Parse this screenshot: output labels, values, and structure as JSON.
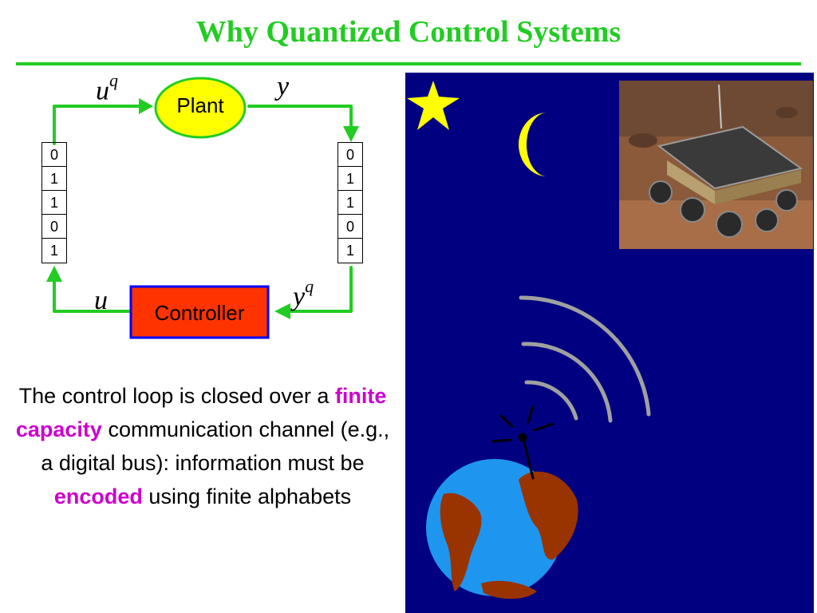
{
  "title": "Why Quantized Control Systems",
  "diagram": {
    "plant_label": "Plant",
    "controller_label": "Controller",
    "signal_uq": {
      "base": "u",
      "sup": "q"
    },
    "signal_y": {
      "base": "y"
    },
    "signal_yq": {
      "base": "y",
      "sup": "q"
    },
    "signal_u": {
      "base": "u"
    },
    "left_bits": [
      "0",
      "1",
      "1",
      "0",
      "1"
    ],
    "right_bits": [
      "0",
      "1",
      "1",
      "0",
      "1"
    ]
  },
  "body": {
    "t1": "The control loop is closed over a ",
    "h1": "finite capacity",
    "t2": " communication channel (e.g., a digital bus): information must be ",
    "h2": "encoded",
    "t3": " using finite alphabets"
  },
  "colors": {
    "title_green": "#22cc22",
    "loop_green": "#22cc22",
    "highlight": "#cc00cc",
    "plant_fill": "#ffff00",
    "controller_fill": "#ff3300",
    "controller_border": "#0000ff",
    "space_bg": "#000080",
    "earth_ocean": "#1e96f0",
    "earth_land": "#993300"
  },
  "icons": [
    "star-icon",
    "moon-icon",
    "rover-photo",
    "signal-waves-icon",
    "earth-icon",
    "satellite-dish-icon"
  ]
}
